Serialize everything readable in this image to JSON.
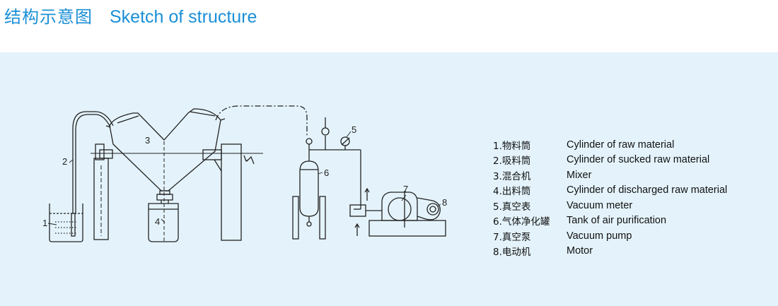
{
  "header": {
    "title_cn": "结构示意图",
    "title_en": "Sketch of structure"
  },
  "callouts": [
    "1",
    "2",
    "3",
    "4",
    "5",
    "6",
    "7",
    "8"
  ],
  "legend": [
    {
      "cn": "1.物料筒",
      "en": "Cylinder of raw material"
    },
    {
      "cn": "2.吸料筒",
      "en": "Cylinder of sucked raw material"
    },
    {
      "cn": "3.混合机",
      "en": "Mixer"
    },
    {
      "cn": "4.出料筒",
      "en": "Cylinder of discharged raw material"
    },
    {
      "cn": "5.真空表",
      "en": "Vacuum meter"
    },
    {
      "cn": "6.气体净化罐",
      "en": "Tank of air purification"
    },
    {
      "cn": "7.真空泵",
      "en": "Vacuum pump"
    },
    {
      "cn": "8.电动机",
      "en": "Motor"
    }
  ],
  "colors": {
    "title": "#1a8fd6",
    "panel_background": "#e4f3fb",
    "line": "#222222"
  }
}
